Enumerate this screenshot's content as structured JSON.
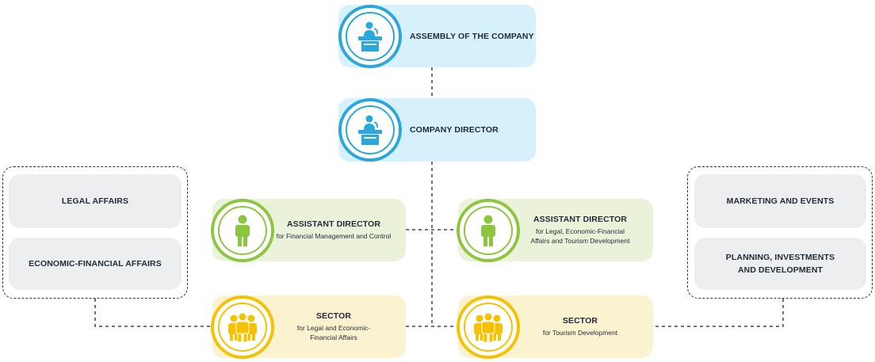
{
  "assembly": {
    "title": "ASSEMBLY OF THE COMPANY",
    "icon": "podium-speaker-icon"
  },
  "director": {
    "title": "COMPANY DIRECTOR",
    "icon": "podium-speaker-icon"
  },
  "assistant_left": {
    "title": "ASSISTANT DIRECTOR",
    "subtitle": "for Financial Management and Control",
    "icon": "person-icon"
  },
  "assistant_right": {
    "title": "ASSISTANT DIRECTOR",
    "subtitle_line1": "for Legal, Economic-Financial",
    "subtitle_line2": "Affairs and Tourism Development",
    "icon": "person-icon"
  },
  "sector_left": {
    "title": "SECTOR",
    "subtitle_line1": "for Legal and Economic-",
    "subtitle_line2": "Financial Affairs",
    "icon": "group-people-icon"
  },
  "sector_right": {
    "title": "SECTOR",
    "subtitle": "for Tourism Development",
    "icon": "group-people-icon"
  },
  "left_group": {
    "items": [
      "LEGAL AFFAIRS",
      "ECONOMIC-FINANCIAL AFFAIRS"
    ]
  },
  "right_group": {
    "item1": "MARKETING AND EVENTS",
    "item2_line1": "PLANNING, INVESTMENTS",
    "item2_line2": "AND DEVELOPMENT"
  },
  "colors": {
    "blue": "#2aa7dc",
    "blue_bg": "#d6f1fb",
    "green": "#8cc63f",
    "green_bg": "#eaf3d9",
    "yellow": "#f6c100",
    "yellow_bg": "#fbf3cf",
    "grey_bg": "#eceeef"
  }
}
